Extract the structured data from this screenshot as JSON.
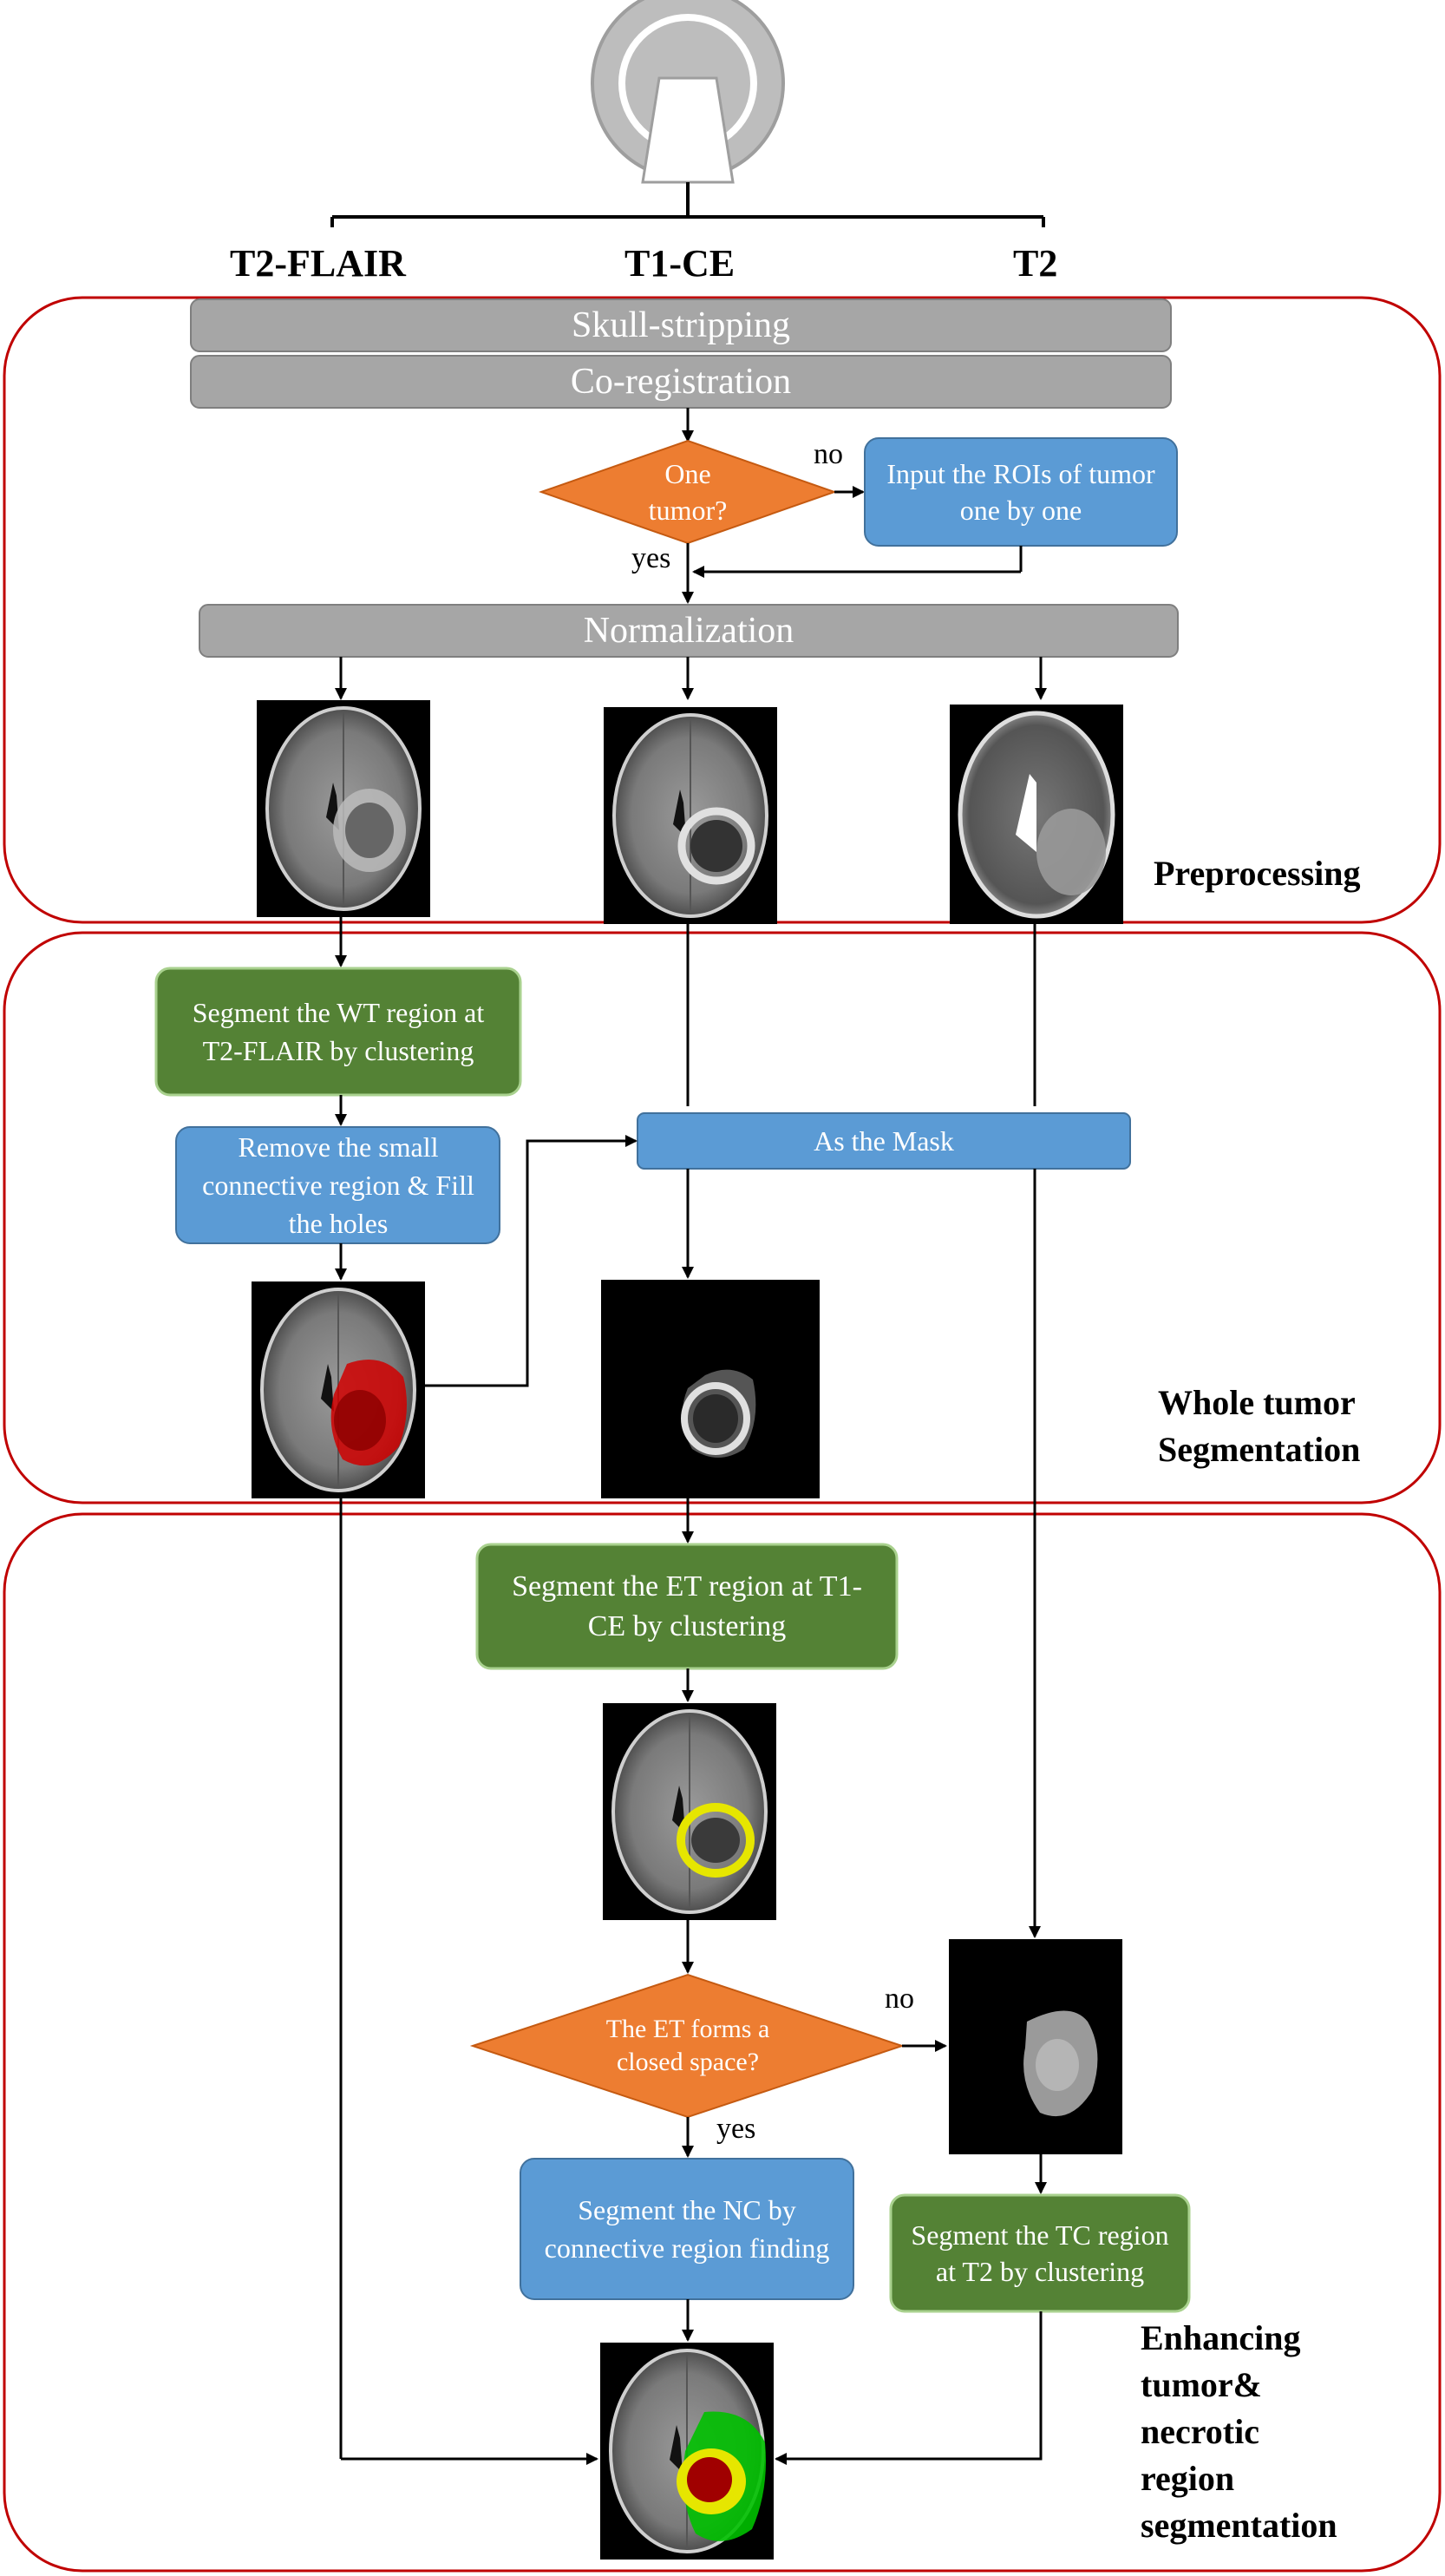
{
  "headers": {
    "flair": "T2-FLAIR",
    "t1ce": "T1-CE",
    "t2": "T2"
  },
  "steps": {
    "skull_stripping": "Skull-stripping",
    "co_registration": "Co-registration",
    "one_tumor": "One tumor?",
    "no1": "no",
    "yes1": "yes",
    "input_rois": "Input the ROIs of tumor one by one",
    "normalization": "Normalization",
    "segment_wt": "Segment the WT region at T2-FLAIR by clustering",
    "remove_small": "Remove the small connective region & Fill the holes",
    "as_mask": "As the Mask",
    "segment_et": "Segment the ET region at T1-CE by clustering",
    "et_closed": "The ET forms a closed space?",
    "no2": "no",
    "yes2": "yes",
    "segment_nc": "Segment the NC by connective region finding",
    "segment_tc": "Segment the TC region at T2 by clustering"
  },
  "sections": {
    "preprocessing": "Preprocessing",
    "whole_tumor_1": "Whole tumor",
    "whole_tumor_2": "Segmentation",
    "enh_1": "Enhancing",
    "enh_2": "tumor&",
    "enh_3": "necrotic",
    "enh_4": "region",
    "enh_5": "segmentation"
  },
  "colors": {
    "section_border": "#c00000",
    "blue_box": "#5b9bd5",
    "green_box": "#548235",
    "gray_box": "#a6a6a6",
    "orange_diamond": "#ed7d31",
    "tumor_red": "#c00000",
    "enhancing_yellow": "#e6e600",
    "edema_green": "#00c000"
  },
  "icons": [
    "mri-scanner-icon"
  ]
}
